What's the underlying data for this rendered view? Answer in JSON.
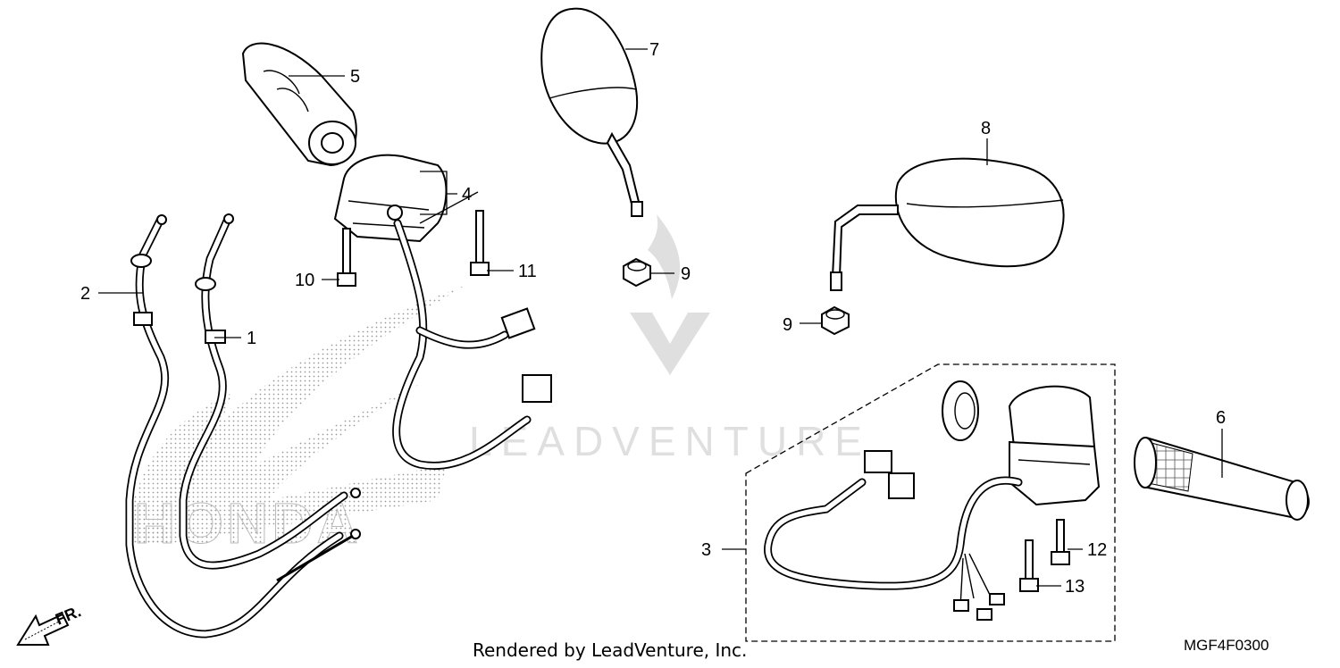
{
  "diagram": {
    "callouts": [
      "1",
      "2",
      "3",
      "4",
      "5",
      "6",
      "7",
      "8",
      "9",
      "9",
      "10",
      "11",
      "12",
      "13"
    ],
    "direction_label": "FR.",
    "watermark_text": "LEADVENTURE",
    "background_logo_text": "HONDA"
  },
  "footer": {
    "credit": "Rendered by LeadVenture, Inc.",
    "diagram_code": "MGF4F0300"
  }
}
